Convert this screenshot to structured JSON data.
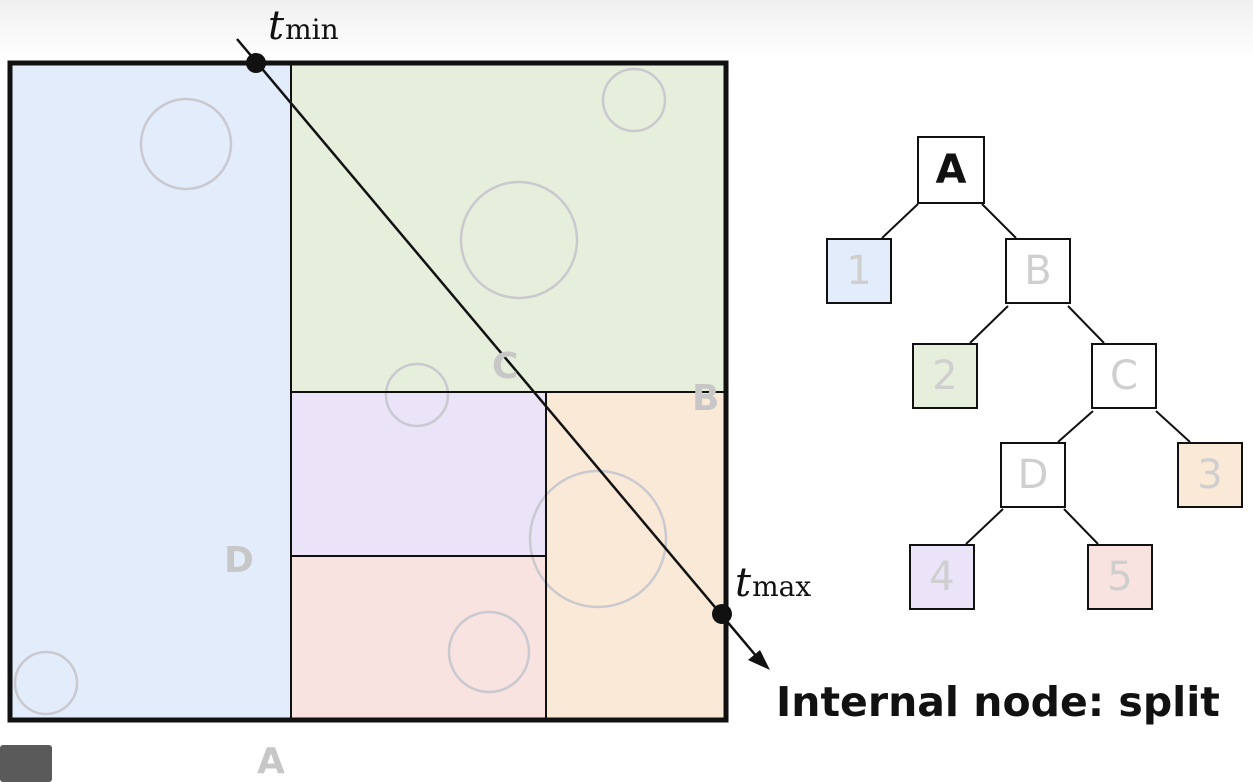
{
  "labels": {
    "t_min_var": "t",
    "t_min_sub": "min",
    "t_max_var": "t",
    "t_max_sub": "max",
    "region_a": "A",
    "region_b": "B",
    "region_c": "C",
    "region_d": "D"
  },
  "tree": {
    "root": "A",
    "leaf_1": "1",
    "node_b": "B",
    "leaf_2": "2",
    "node_c": "C",
    "node_d": "D",
    "leaf_3": "3",
    "leaf_4": "4",
    "leaf_5": "5"
  },
  "caption": "Internal node: split",
  "colors": {
    "region_1": "#e3ecfb",
    "region_2": "#e6efdb",
    "region_3": "#fae9d7",
    "region_4": "#ebe3f7",
    "region_5": "#f8e3e0",
    "outline": "#111111",
    "faded": "#c8c8c8"
  }
}
